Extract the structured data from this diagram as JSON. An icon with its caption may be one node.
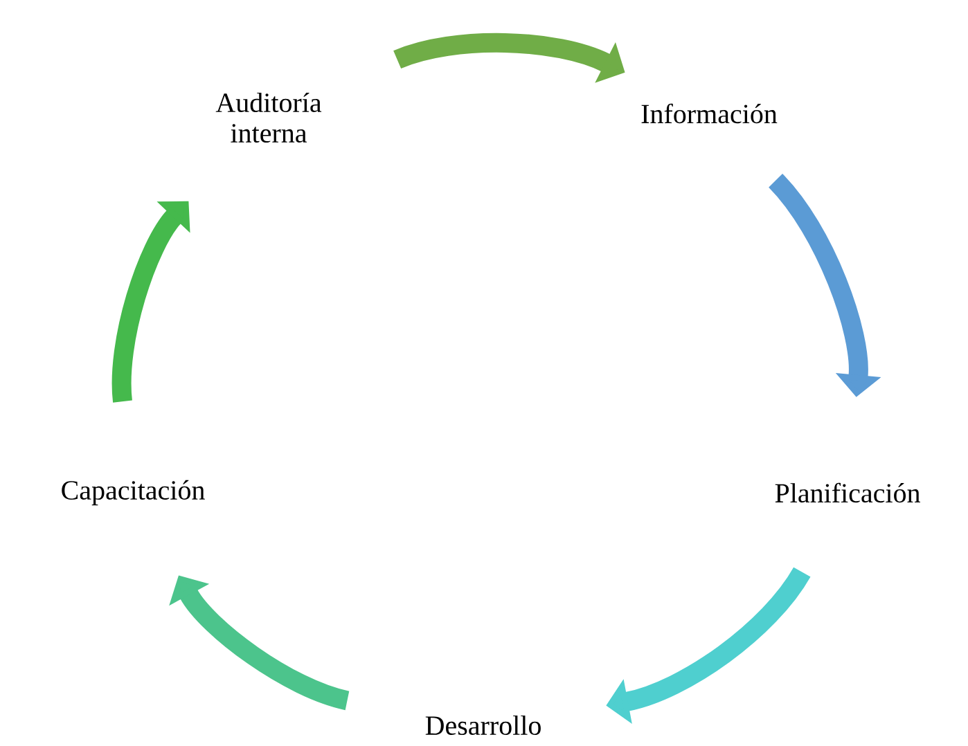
{
  "diagram": {
    "nodes": [
      {
        "text": [
          "Información"
        ]
      },
      {
        "text": [
          "Planificación"
        ]
      },
      {
        "text": [
          "Desarrollo"
        ]
      },
      {
        "text": [
          "Capacitación"
        ]
      },
      {
        "text": [
          "Auditoría interna"
        ]
      }
    ],
    "edges": [
      {
        "from": 4,
        "to": 0,
        "arrow": "to",
        "color": "#70ad47"
      },
      {
        "from": 0,
        "to": 1,
        "arrow": "to",
        "color": "#5b9bd5"
      },
      {
        "from": 1,
        "to": 2,
        "arrow": "to",
        "color": "#4fcfcf"
      },
      {
        "from": 2,
        "to": 3,
        "arrow": "to",
        "color": "#4cc48c"
      },
      {
        "from": 3,
        "to": 4,
        "arrow": "to",
        "color": "#45b94c"
      }
    ]
  }
}
